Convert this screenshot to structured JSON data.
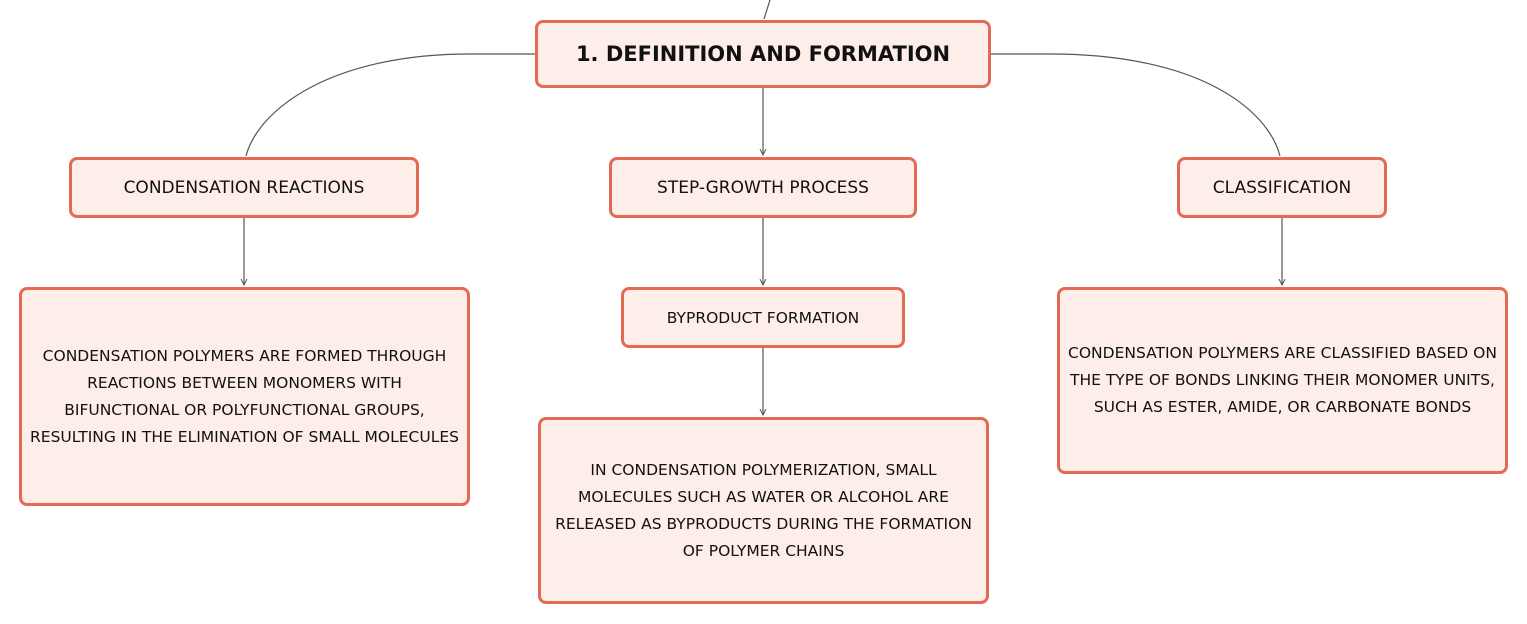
{
  "mindmap": {
    "root": {
      "label": "1. DEFINITION AND FORMATION"
    },
    "branches": [
      {
        "label": "CONDENSATION REACTIONS",
        "detail": "CONDENSATION POLYMERS ARE FORMED THROUGH REACTIONS BETWEEN MONOMERS WITH BIFUNCTIONAL OR POLYFUNCTIONAL GROUPS, RESULTING IN THE ELIMINATION OF SMALL MOLECULES"
      },
      {
        "label": "STEP-GROWTH PROCESS",
        "child": {
          "label": "BYPRODUCT FORMATION",
          "detail": "IN CONDENSATION POLYMERIZATION, SMALL MOLECULES SUCH AS WATER OR ALCOHOL ARE RELEASED AS BYPRODUCTS DURING THE FORMATION OF POLYMER CHAINS"
        }
      },
      {
        "label": "CLASSIFICATION",
        "detail": "CONDENSATION POLYMERS ARE CLASSIFIED BASED ON THE TYPE OF BONDS LINKING THEIR MONOMER UNITS, SUCH AS ESTER, AMIDE, OR CARBONATE BONDS"
      }
    ]
  },
  "colors": {
    "node_border": "#e56a53",
    "node_fill": "#fdeee9",
    "connector": "#555555"
  }
}
